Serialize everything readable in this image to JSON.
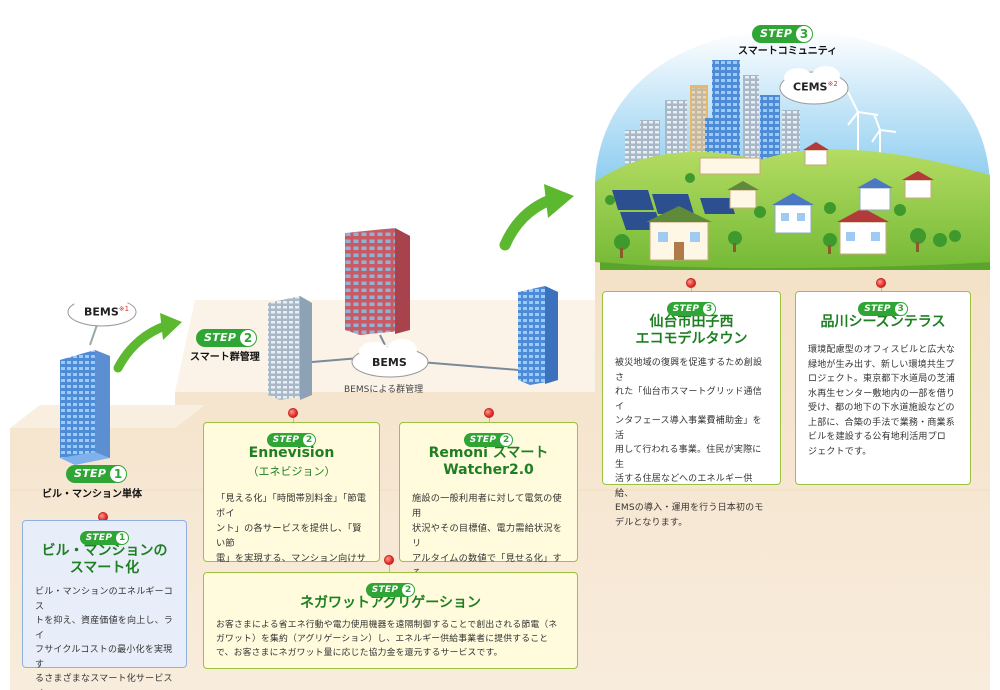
{
  "step_word": "STEP",
  "step1": {
    "number": "1",
    "label": "ビル・マンション単体",
    "bems_cloud": "BEMS",
    "bems_note": "※1",
    "card": {
      "title": "ビル・マンションの\nスマート化",
      "body": "ビル・マンションのエネルギーコス\nトを抑え、資産価値を向上し、ライ\nフサイクルコストの最小化を実現す\nるさまざまなスマート化サービスメ\nニューを提供しています。"
    }
  },
  "step2": {
    "number": "2",
    "label": "スマート群管理",
    "bems_cloud": "BEMS",
    "bems_caption": "BEMSによる群管理",
    "cards": [
      {
        "title": "Ennevision",
        "subtitle": "（エネビジョン）",
        "body": "「見える化」「時間帯別料金」「節電ポイ\nント」の各サービスを提供し、「賢い節\n電」を実現する、マンション向けサー\nビスです。"
      },
      {
        "title": "Remoni スマート\nWatcher2.0",
        "body": "施設の一般利用者に対して電気の使用\n状況やその目標値、電力需給状況をリ\nアルタイムの数値で「見せる化」する\n無料アプリケーションソフトです。"
      },
      {
        "title": "ネガワットアグリゲーション",
        "body": "お客さまによる省エネ行動や電力使用機器を遠隔制御することで創出される節電（ネ\nガワット）を集約（アグリゲーション）し、エネルギー供給事業者に提供すること\nで、お客さまにネガワット量に応じた協力金を還元するサービスです。"
      }
    ]
  },
  "step3": {
    "number": "3",
    "label": "スマートコミュニティ",
    "cems_cloud": "CEMS",
    "cems_note": "※2",
    "cards": [
      {
        "title": "仙台市田子西\nエコモデルタウン",
        "body": "被災地域の復興を促進するため創設さ\nれた「仙台市スマートグリッド通信イ\nンタフェース導入事業費補助金」を活\n用して行われる事業。住民が実際に生\n活する住居などへのエネルギー供給、\nEMSの導入・運用を行う日本初のモ\nデルとなります。"
      },
      {
        "title": "品川シーズンテラス",
        "body": "環境配慮型のオフィスビルと広大な\n緑地が生み出す、新しい環境共生プ\nロジェクト。東京都下水道局の芝浦\n水再生センター敷地内の一部を借り\n受け、都の地下の下水道施設などの\n上部に、合築の手法で業務・商業系\nビルを建設する公有地利活用プロ\nジェクトです。"
      }
    ]
  },
  "colors": {
    "step_green": "#2fa535",
    "title_green": "#1e7f22",
    "arrow_green": "#5cb82e",
    "stair_tan": "#f6e6cf",
    "card_yellow": "#fffbdc",
    "card_blue": "#e8eef9",
    "pin_red": "#e0302a"
  }
}
